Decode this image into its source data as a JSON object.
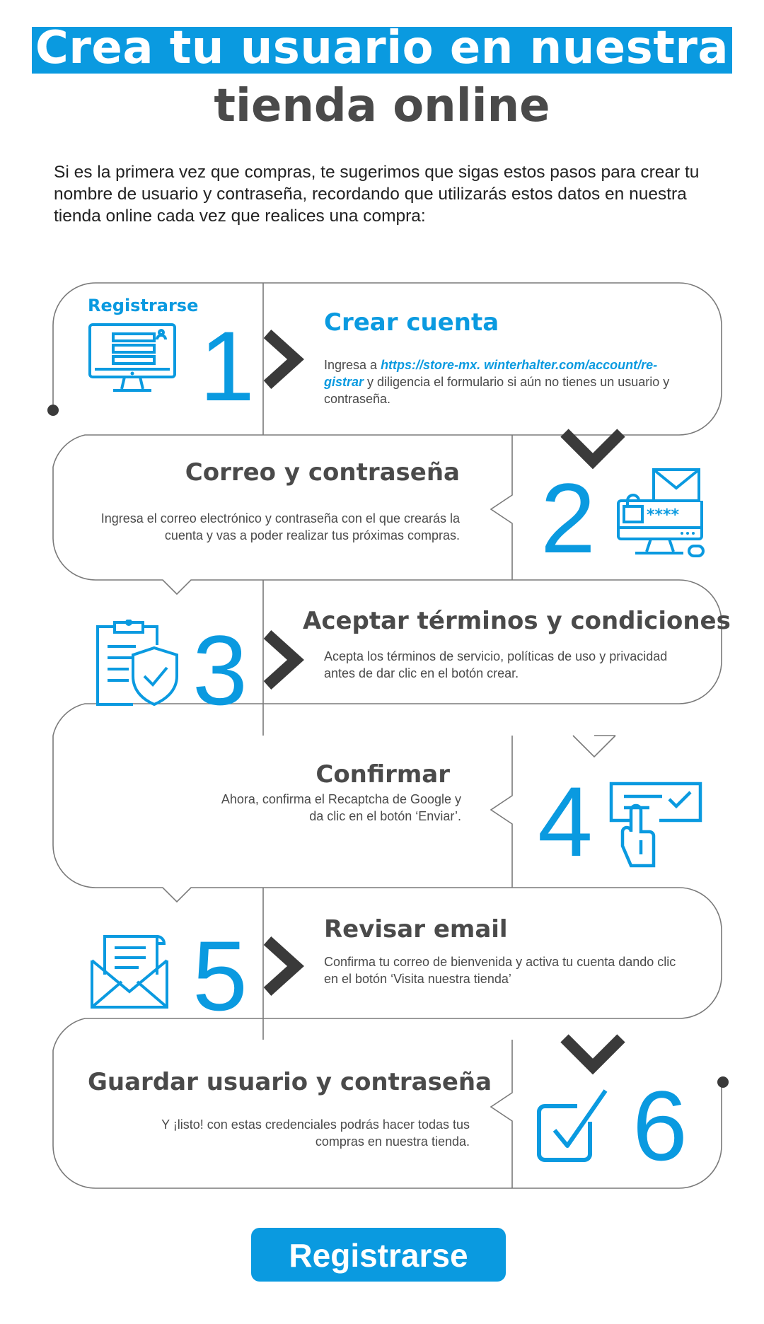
{
  "header": {
    "title_line1": "Crea tu usuario en nuestra",
    "title_line2": "tienda online",
    "accent_color": "#0a9ae0"
  },
  "intro": "Si es la primera vez que compras, te sugerimos que sigas estos pasos para crear tu nombre de usuario y contraseña, recordando que utilizarás estos datos en nuestra tienda online cada vez que realices una compra:",
  "steps": [
    {
      "number": "1",
      "title": "Crear cuenta",
      "icon_label": "Registrarse",
      "icon": "computer-registration-form-icon",
      "desc_prefix": "Ingresa a ",
      "link": "https://store-mx. winterhalter.com/account/re-gistrar",
      "link_line1": "https://store-mx. winterhalter.com/account/re-",
      "link_line2": "gistrar",
      "desc_suffix": " y diligencia el formulario si aún no tienes un usuario y contraseña."
    },
    {
      "number": "2",
      "title": "Correo y contraseña",
      "icon": "email-password-computer-icon",
      "desc": "Ingresa el correo electrónico y contraseña con el que crearás la cuenta y vas a poder realizar tus próximas compras."
    },
    {
      "number": "3",
      "title": "Aceptar términos y condiciones",
      "icon": "clipboard-shield-icon",
      "desc": "Acepta los términos de servicio, políticas de uso y privacidad antes de dar clic en el botón crear."
    },
    {
      "number": "4",
      "title": "Confirmar",
      "icon": "hand-checkbox-icon",
      "desc": "Ahora, confirma el Recaptcha de Google y da clic en el botón ‘Enviar’."
    },
    {
      "number": "5",
      "title": "Revisar email",
      "icon": "envelope-letter-icon",
      "desc": "Confirma tu correo de bienvenida y activa tu cuenta dando clic en el botón ‘Visita nuestra tienda’"
    },
    {
      "number": "6",
      "title": "Guardar usuario y contraseña",
      "icon": "checkbox-checked-icon",
      "desc": "Y ¡listo! con estas credenciales podrás hacer todas tus compras en nuestra tienda."
    }
  ],
  "cta": {
    "label": "Registrarse"
  }
}
